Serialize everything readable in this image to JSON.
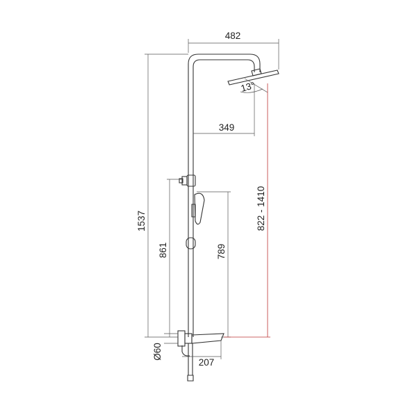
{
  "dimensions": {
    "top_width": "482",
    "head_offset": "349",
    "head_angle": "13°",
    "total_height": "1537",
    "mixer_to_holder": "861",
    "holder_to_outlet": "789",
    "head_height_range": "822 - 1410",
    "wall_diameter": "Ø60",
    "outlet_depth": "207"
  },
  "colors": {
    "line": "#333333",
    "dimension": "#555555",
    "range_line": "#bb3333"
  }
}
